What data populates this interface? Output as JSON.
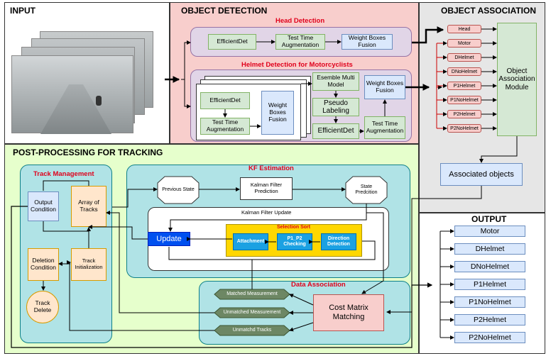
{
  "input": {
    "title": "INPUT"
  },
  "object_detection": {
    "title": "OBJECT DETECTION",
    "head_detection": {
      "title": "Head Detection",
      "efficientdet": "EfficientDet",
      "tta": "Test Time Augmentation",
      "wbf": "Weight Boxes Fusion"
    },
    "helmet_detection": {
      "title": "Helmet Detection for Motorcyclists",
      "efficientdet": "EfficientDet",
      "tta": "Test Time Augmentation",
      "wbf": "Weight Boxes Fusion",
      "ensemble": "Esemble Multi Model",
      "pseudo": "Pseudo Labeling",
      "efficientdet2": "EfficientDet",
      "tta2": "Test Time Augmentation",
      "wbf2": "Weight Boxes Fusion"
    }
  },
  "object_association": {
    "title": "OBJECT ASSOCIATION",
    "classes": [
      "Head",
      "Motor",
      "DHelmet",
      "DNoHelmet",
      "P1Helmet",
      "P1NoHelmet",
      "P2Helmet",
      "P2NoHelmet"
    ],
    "module": "Object Association Module",
    "associated": "Associated objects"
  },
  "output": {
    "title": "OUTPUT",
    "classes": [
      "Motor",
      "DHelmet",
      "DNoHelmet",
      "P1Helmet",
      "P1NoHelmet",
      "P2Helmet",
      "P2NoHelmet"
    ]
  },
  "post": {
    "title": "POST-PROCESSING FOR TRACKING",
    "track_mgmt": {
      "title": "Track Management",
      "output_condition": "Output Condition",
      "array_tracks": "Array of Tracks",
      "deletion_condition": "Deletion Condition",
      "track_init": "Track Initialization",
      "track_delete": "Track Delete"
    },
    "kf": {
      "title": "KF Estimation",
      "previous_state": "Previous State",
      "kf_prediction": "Kalman Filter Prediction",
      "state_prediction": "State Predcition",
      "kf_update": "Kalman Filter Update",
      "update": "Update",
      "selection_sort": "Selection Sort",
      "attachment": "Attachment",
      "p1p2": "P1_P2 Checking",
      "direction": "Direction Detection"
    },
    "data_assoc": {
      "title": "Data Association",
      "matched": "Matched Measurement",
      "unmatched_meas": "Unmatched Measurement",
      "unmatched_tracks": "Unmatchd Tracks",
      "cost_matrix": "Cost Matrix Matching"
    }
  },
  "colors": {
    "detection_bg": "#f8cecc",
    "assoc_bg": "#e6e6e6",
    "post_bg": "#e6ffcc",
    "teal": "#b0e3e6",
    "purple": "#e1d5e7",
    "update_blue": "#0050ef",
    "sort_yellow": "#ffd700",
    "sort_blue": "#1ba1e2"
  }
}
